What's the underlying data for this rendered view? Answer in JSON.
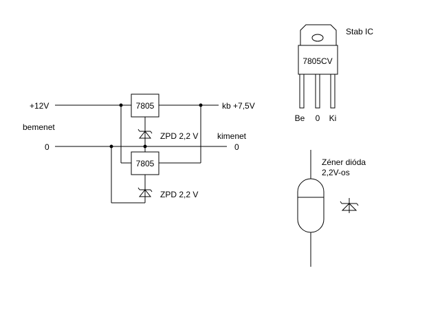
{
  "circuit": {
    "input_voltage_label": "+12V",
    "input_label": "bemenet",
    "input_ground_label": "0",
    "output_voltage_label": "kb +7,5V",
    "output_label": "kimenet",
    "output_ground_label": "0",
    "regulator_top_label": "7805",
    "regulator_bottom_label": "7805",
    "zener_top_label": "ZPD 2,2 V",
    "zener_bottom_label": "ZPD 2,2 V"
  },
  "ic_package": {
    "caption": "Stab IC",
    "part_number": "7805CV",
    "pin_labels": [
      "Be",
      "0",
      "Ki"
    ]
  },
  "zener_diode": {
    "caption_line1": "Zéner dióda",
    "caption_line2": "2,2V-os"
  }
}
